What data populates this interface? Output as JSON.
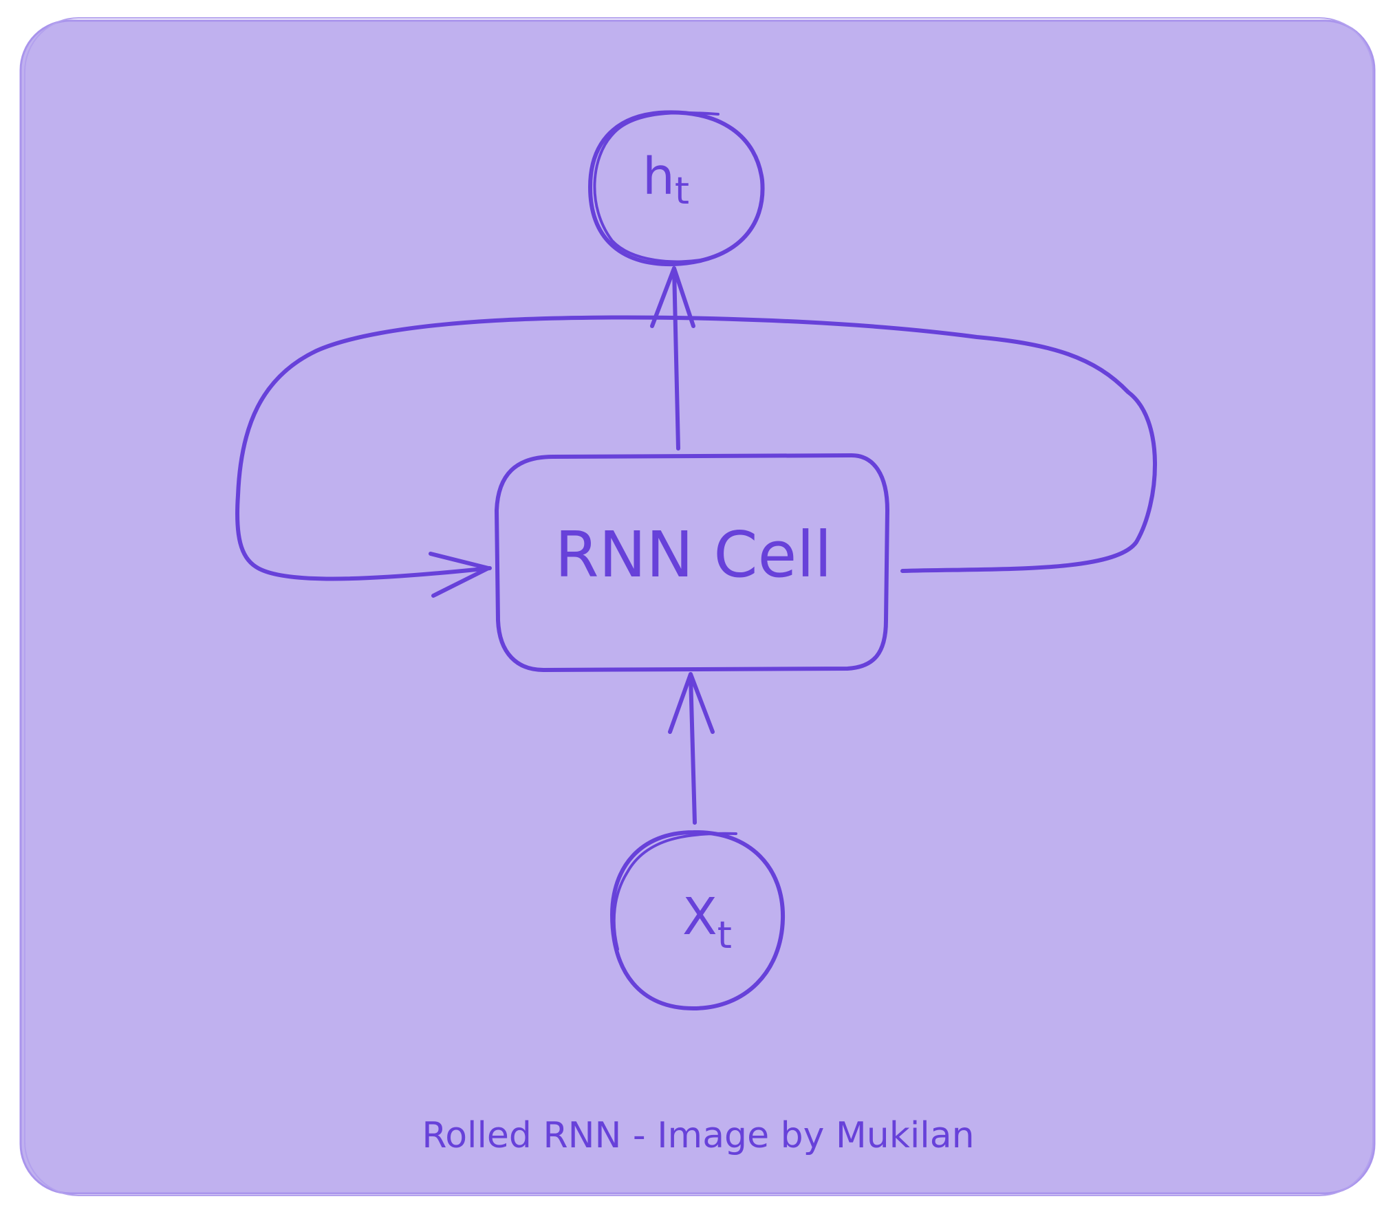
{
  "diagram": {
    "nodes": {
      "output": {
        "main": "h",
        "sub": "t"
      },
      "cell": {
        "label": "RNN Cell"
      },
      "input": {
        "main": "X",
        "sub": "t"
      }
    },
    "caption": "Rolled RNN - Image by Mukilan"
  },
  "colors": {
    "background": "#c0b1ef",
    "stroke": "#6741d9"
  }
}
